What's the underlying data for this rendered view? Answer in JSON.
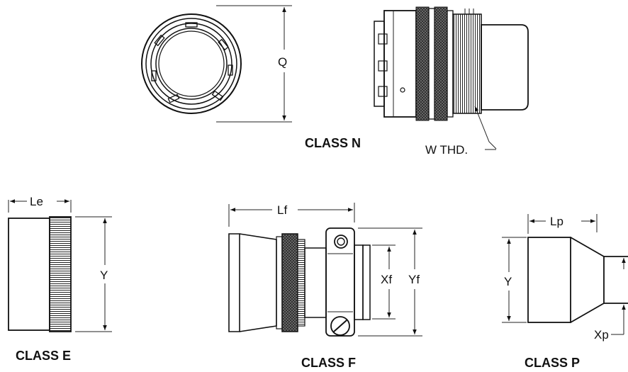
{
  "class_n": {
    "caption": "CLASS N",
    "dim_q": "Q",
    "thread_label": "W THD."
  },
  "class_e": {
    "caption": "CLASS E",
    "dim_le": "Le",
    "dim_y": "Y"
  },
  "class_f": {
    "caption": "CLASS F",
    "dim_lf": "Lf",
    "dim_xf": "Xf",
    "dim_yf": "Yf"
  },
  "class_p": {
    "caption": "CLASS P",
    "dim_lp": "Lp",
    "dim_y": "Y",
    "dim_xp": "Xp"
  },
  "colors": {
    "line": "#111111",
    "knurl": "#1a1a1a",
    "background": "#ffffff"
  }
}
